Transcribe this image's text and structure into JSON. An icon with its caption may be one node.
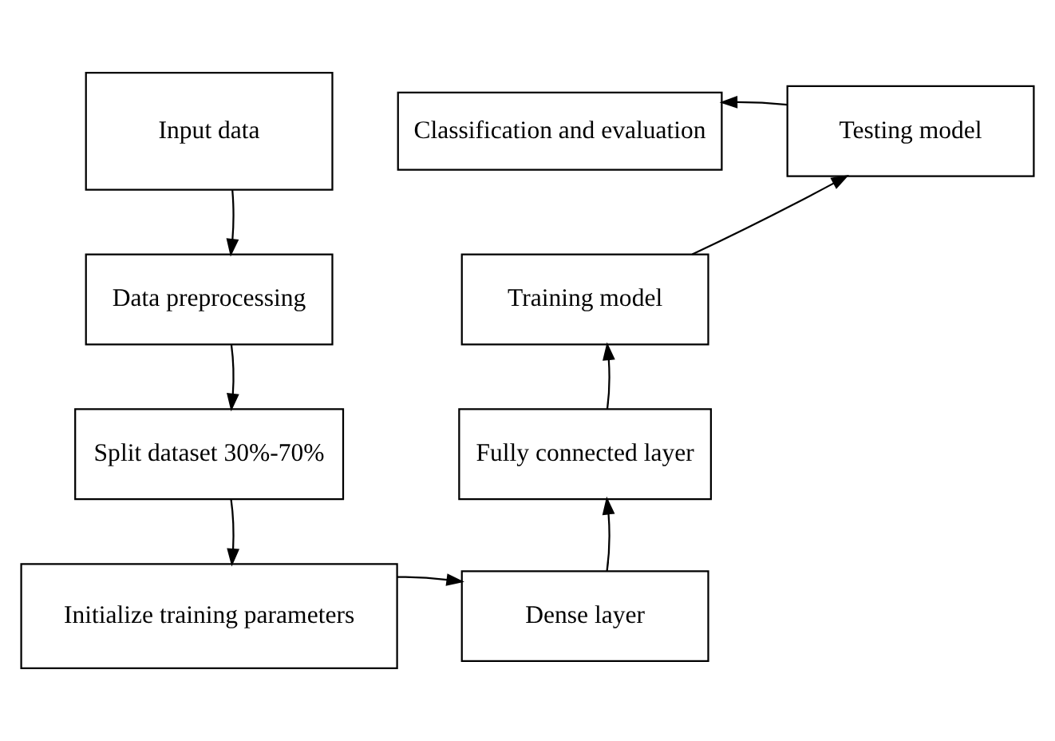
{
  "diagram": {
    "nodes": [
      {
        "text": [
          "Input data"
        ]
      },
      {
        "text": [
          "Data preprocessing"
        ]
      },
      {
        "text": [
          "Split dataset 30%-70%"
        ]
      },
      {
        "text": [
          "Initialize training parameters"
        ]
      },
      {
        "text": [
          "Dense layer"
        ]
      },
      {
        "text": [
          "Fully connected layer"
        ]
      },
      {
        "text": [
          "Training model"
        ]
      },
      {
        "text": [
          "Testing model"
        ]
      },
      {
        "text": [
          "Classification and evaluation"
        ]
      }
    ],
    "edges": [
      {
        "from": 0,
        "to": 1,
        "arrow": "to"
      },
      {
        "from": 1,
        "to": 2,
        "arrow": "to"
      },
      {
        "from": 2,
        "to": 3,
        "arrow": "to"
      },
      {
        "from": 3,
        "to": 4,
        "arrow": "to"
      },
      {
        "from": 4,
        "to": 5,
        "arrow": "to"
      },
      {
        "from": 5,
        "to": 6,
        "arrow": "to"
      },
      {
        "from": 6,
        "to": 7,
        "arrow": "to"
      },
      {
        "from": 7,
        "to": 8,
        "arrow": "to"
      }
    ]
  }
}
